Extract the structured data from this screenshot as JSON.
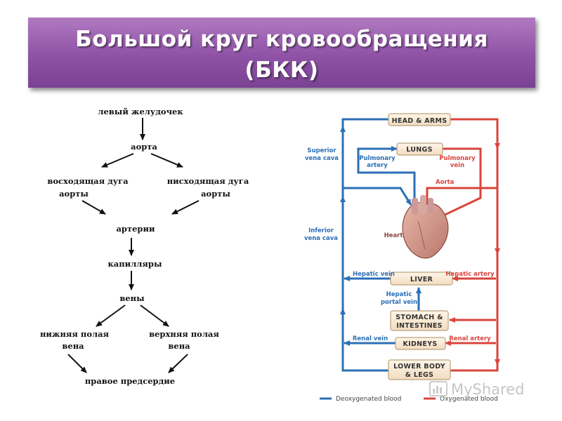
{
  "title": {
    "line1": "Большой круг кровообращения",
    "line2": "(БКК)"
  },
  "flowchart": {
    "left_ventricle": "левый желудочек",
    "aorta": "аорта",
    "ascending_arch_1": "восходящая дуга",
    "ascending_arch_2": "аорты",
    "descending_arch_1": "нисходящая дуга",
    "descending_arch_2": "аорты",
    "arteries": "артерии",
    "capillaries": "капилляры",
    "veins": "вены",
    "inferior_vena_cava_1": "нижняя полая",
    "inferior_vena_cava_2": "вена",
    "superior_vena_cava_1": "верхняя полая",
    "superior_vena_cava_2": "вена",
    "right_atrium": "правое предсердие"
  },
  "circulation": {
    "boxes": {
      "head_arms": "HEAD & ARMS",
      "lungs": "LUNGS",
      "liver": "LIVER",
      "stomach_1": "STOMACH &",
      "stomach_2": "INTESTINES",
      "kidneys": "KIDNEYS",
      "lower_body_1": "LOWER BODY",
      "lower_body_2": "& LEGS"
    },
    "labels": {
      "superior_vena_cava_1": "Superior",
      "superior_vena_cava_2": "vena cava",
      "pulmonary_artery_1": "Pulmonary",
      "pulmonary_artery_2": "artery",
      "pulmonary_vein_1": "Pulmonary",
      "pulmonary_vein_2": "vein",
      "aorta": "Aorta",
      "heart": "Heart",
      "inferior_vena_cava_1": "Inferior",
      "inferior_vena_cava_2": "vena cava",
      "hepatic_vein": "Hepatic vein",
      "hepatic_artery": "Hepatic artery",
      "hepatic_portal_vein_1": "Hepatic",
      "hepatic_portal_vein_2": "portal vein",
      "renal_vein": "Renal vein",
      "renal_artery": "Renal artery"
    },
    "legend": {
      "deoxygenated": "Deoxygenated blood",
      "oxygenated": "Oxygenated blood"
    },
    "colors": {
      "deoxygenated": "#2b6fb5",
      "oxygenated": "#d9443c"
    }
  },
  "watermark": "MyShared"
}
